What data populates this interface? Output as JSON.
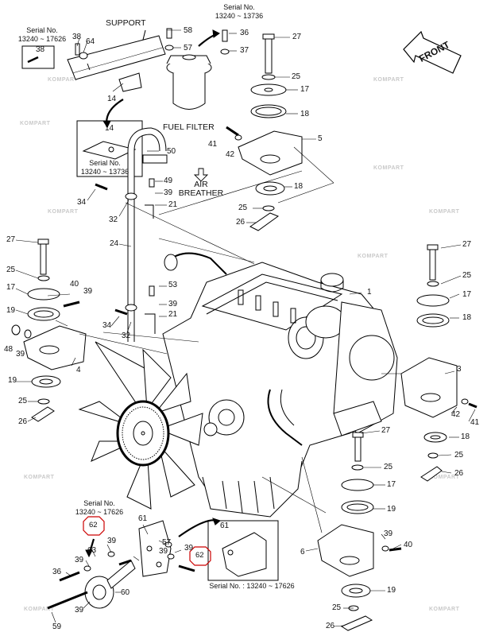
{
  "watermark": "KOMPART",
  "callouts": {
    "support": "SUPPORT",
    "fuel_filter": "FUEL FILTER",
    "air_breather": "AIR\nBREATHER",
    "front": "FRONT",
    "serial_top_left": "Serial No.\n13240 ~ 17626",
    "serial_top_right": "Serial No.\n13240 ~ 13736",
    "serial_bracket14": "Serial No.\n13240 ~ 13736",
    "serial_bottom_left": "Serial No.\n13240 ~ 17626",
    "serial_bottom_right": "Serial No. : 13240 ~ 17626"
  },
  "part_numbers": {
    "p1": "1",
    "p3": "3",
    "p4": "4",
    "p5": "5",
    "p6": "6",
    "p14a": "14",
    "p14b": "14",
    "p17a": "17",
    "p17b": "17",
    "p17c": "17",
    "p17d": "17",
    "p18a": "18",
    "p18b": "18",
    "p18c": "18",
    "p18d": "18",
    "p19a": "19",
    "p19b": "19",
    "p19c": "19",
    "p19d": "19",
    "p21a": "21",
    "p21b": "21",
    "p24": "24",
    "p25a": "25",
    "p25b": "25",
    "p25c": "25",
    "p25d": "25",
    "p25e": "25",
    "p25f": "25",
    "p25g": "25",
    "p26a": "26",
    "p26b": "26",
    "p26c": "26",
    "p26d": "26",
    "p27a": "27",
    "p27b": "27",
    "p27c": "27",
    "p27d": "27",
    "p32a": "32",
    "p32b": "32",
    "p34a": "34",
    "p34b": "34",
    "p36a": "36",
    "p36b": "36",
    "p37": "37",
    "p38a": "38",
    "p38b": "38",
    "p39a": "39",
    "p39b": "39",
    "p39c": "39",
    "p39d": "39",
    "p39e": "39",
    "p39f": "39",
    "p39g": "39",
    "p39h": "39",
    "p39i": "39",
    "p39j": "39",
    "p40a": "40",
    "p40b": "40",
    "p41a": "41",
    "p41b": "41",
    "p42a": "42",
    "p42b": "42",
    "p48": "48",
    "p49": "49",
    "p50": "50",
    "p53": "53",
    "p57a": "57",
    "p57b": "57",
    "p58": "58",
    "p59": "59",
    "p60": "60",
    "p61a": "61",
    "p61b": "61",
    "p62a": "62",
    "p62b": "62",
    "p63": "63",
    "p64": "64"
  }
}
